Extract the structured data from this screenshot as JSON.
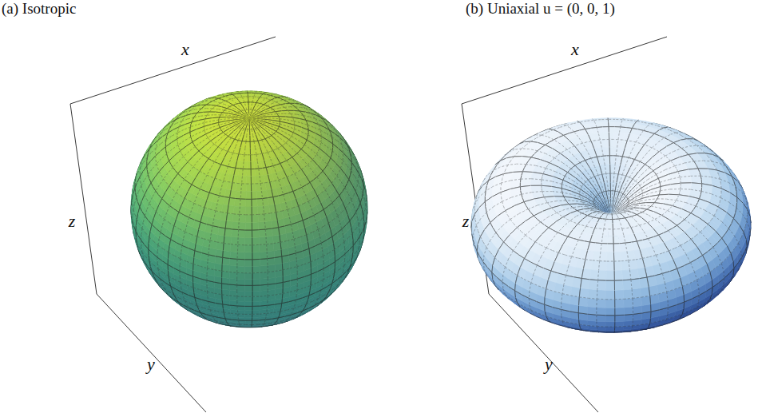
{
  "diagram": {
    "labels": [
      "(a) Isotropic",
      "(b) Uniaxial u = (0, 0, 1)",
      "x",
      "z",
      "y",
      "x",
      "z",
      "y"
    ]
  }
}
